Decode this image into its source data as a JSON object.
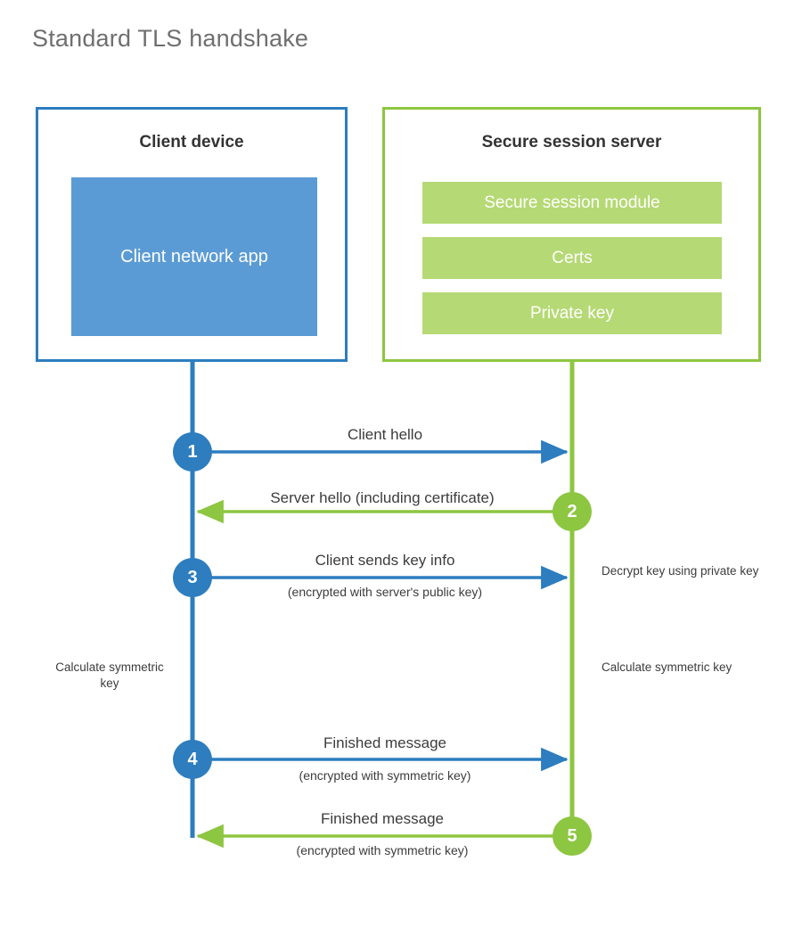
{
  "page": {
    "title": "Standard TLS handshake",
    "background": "#ffffff"
  },
  "colors": {
    "client_accent": "#2d7dbf",
    "client_fill": "#5b9bd5",
    "server_accent": "#8dc63f",
    "server_fill": "#b5d974",
    "text": "#3c3c3c",
    "title_text": "#6f6f6f"
  },
  "client_panel": {
    "title": "Client device",
    "app_label": "Client network app"
  },
  "server_panel": {
    "title": "Secure session server",
    "bars": [
      {
        "label": "Secure session module"
      },
      {
        "label": "Certs"
      },
      {
        "label": "Private key"
      }
    ]
  },
  "sequence": {
    "steps": [
      {
        "number": "1",
        "side": "client",
        "direction": "to-server",
        "label": "Client hello",
        "sub_label": ""
      },
      {
        "number": "2",
        "side": "server",
        "direction": "to-client",
        "label": "Server hello (including certificate)",
        "sub_label": ""
      },
      {
        "number": "3",
        "side": "client",
        "direction": "to-server",
        "label": "Client sends key info",
        "sub_label": "(encrypted with server's public key)"
      },
      {
        "number": "4",
        "side": "client",
        "direction": "to-server",
        "label": "Finished message",
        "sub_label": "(encrypted with symmetric key)"
      },
      {
        "number": "5",
        "side": "server",
        "direction": "to-client",
        "label": "Finished message",
        "sub_label": "(encrypted with symmetric key)"
      }
    ],
    "notes": [
      {
        "id": "decrypt-key",
        "side": "server",
        "text": "Decrypt key using private key"
      },
      {
        "id": "client-calc",
        "side": "client",
        "text": "Calculate symmetric key"
      },
      {
        "id": "server-calc",
        "side": "server",
        "text": "Calculate symmetric key"
      }
    ]
  }
}
